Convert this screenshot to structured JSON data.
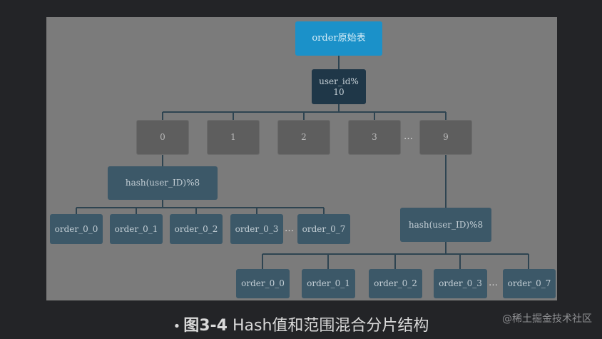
{
  "diagram": {
    "root": "order原始表",
    "first_split": "user_id%\n10",
    "buckets": [
      "0",
      "1",
      "2",
      "3",
      "9"
    ],
    "ellipsis": "…",
    "left_hash": "hash(user_ID)%8",
    "left_tables": [
      "order_0_0",
      "order_0_1",
      "order_0_2",
      "order_0_3",
      "order_0_7"
    ],
    "right_hash": "hash(user_ID)%8",
    "right_tables": [
      "order_0_0",
      "order_0_1",
      "order_0_2",
      "order_0_3",
      "order_0_7"
    ]
  },
  "caption": {
    "bullet": "•",
    "figure": "图3-4",
    "text": " Hash值和范围混合分片结构"
  },
  "watermark": "@稀土掘金技术社区",
  "colors": {
    "root": "#1b91c9",
    "split": "#1f3748",
    "bucket": "#5e5e5e",
    "table": "#3c5868",
    "line": "#2e4451"
  }
}
